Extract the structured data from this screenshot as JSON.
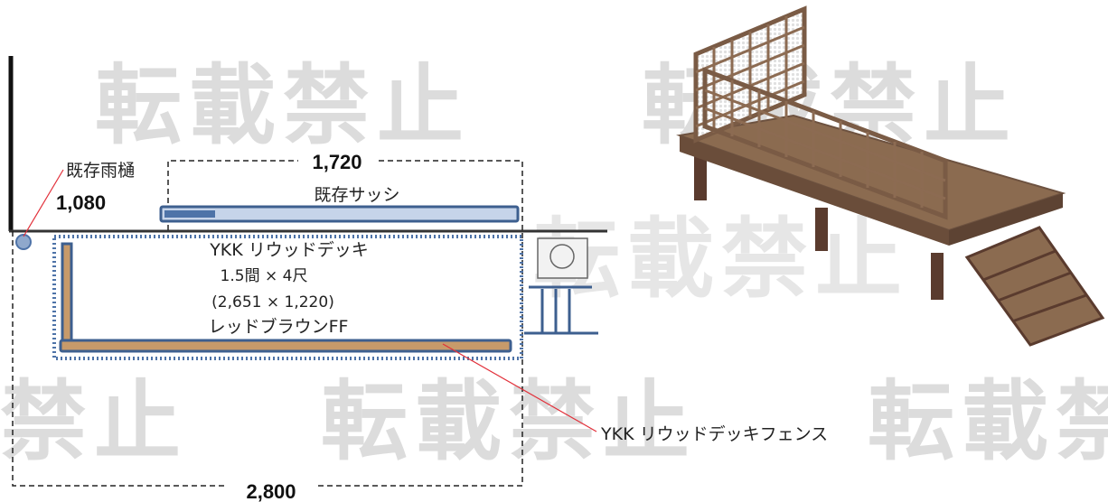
{
  "watermark": {
    "text_a": "転載禁止",
    "text_b": "転載禁止",
    "text_c": "禁止",
    "text_d": "転載禁止",
    "text_e": "転載禁止",
    "text_f": "転載禁止"
  },
  "labels": {
    "gutter": "既存雨樋",
    "sash": "既存サッシ",
    "deck_name": "YKK リウッドデッキ",
    "deck_size": "1.5間 × 4尺",
    "deck_mm": "(2,651 × 1,220)",
    "deck_color": "レッドブラウンFF",
    "fence": "YKK リウッドデッキフェンス"
  },
  "dimensions": {
    "sash_width": "1,720",
    "wall_offset": "1,080",
    "total_width": "2,800"
  },
  "colors": {
    "deck_outline": "#3d5f8f",
    "deck_wood": "#c79a6a",
    "sash_fill": "#9fb4d6",
    "leader_line": "#e2303a",
    "watermark": "#dcdcdc"
  }
}
